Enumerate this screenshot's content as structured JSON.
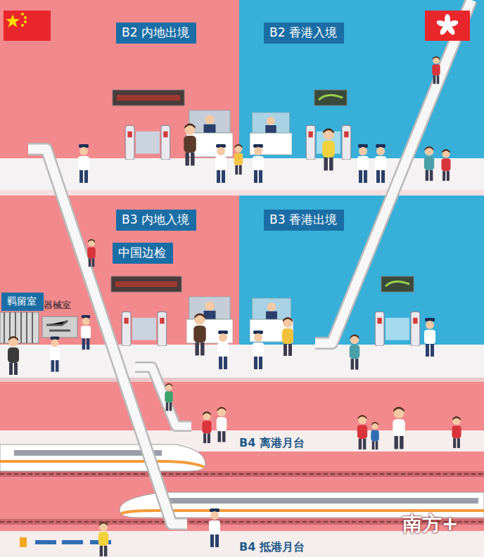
{
  "diagram": {
    "nodes": [
      {
        "text": [
          "B2 内地出境"
        ]
      },
      {
        "text": [
          "B2 香港入境"
        ]
      },
      {
        "text": [
          "B3 内地入境"
        ]
      },
      {
        "text": [
          "B3 香港出境"
        ]
      },
      {
        "text": [
          "中国边检"
        ]
      },
      {
        "text": [
          "羁留室"
        ]
      }
    ],
    "labels": [
      "器械室",
      "B4 离港月台",
      "B4 抵港月台",
      "南方+"
    ]
  }
}
